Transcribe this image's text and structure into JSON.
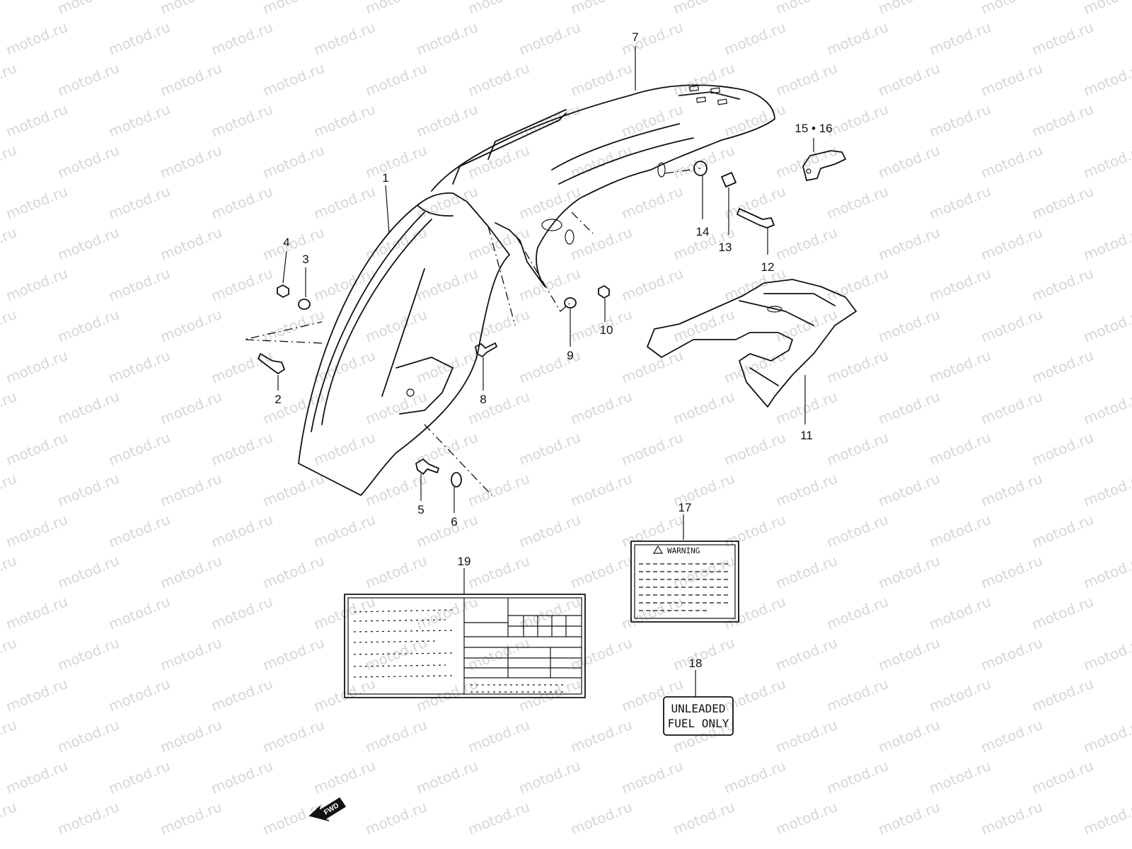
{
  "watermark": {
    "text": "motod.ru",
    "color": "#d6d6d6"
  },
  "callouts": [
    {
      "id": "c1",
      "text": "1"
    },
    {
      "id": "c2",
      "text": "2"
    },
    {
      "id": "c3",
      "text": "3"
    },
    {
      "id": "c4",
      "text": "4"
    },
    {
      "id": "c5",
      "text": "5"
    },
    {
      "id": "c6",
      "text": "6"
    },
    {
      "id": "c7",
      "text": "7"
    },
    {
      "id": "c8",
      "text": "8"
    },
    {
      "id": "c9",
      "text": "9"
    },
    {
      "id": "c10",
      "text": "10"
    },
    {
      "id": "c11",
      "text": "11"
    },
    {
      "id": "c12",
      "text": "12"
    },
    {
      "id": "c13",
      "text": "13"
    },
    {
      "id": "c14",
      "text": "14"
    },
    {
      "id": "c15",
      "text": "15 • 16"
    },
    {
      "id": "c17",
      "text": "17"
    },
    {
      "id": "c18",
      "text": "18"
    },
    {
      "id": "c19",
      "text": "19"
    }
  ],
  "labels": {
    "warning": "WARNING",
    "fuel_line1": "UNLEADED",
    "fuel_line2": "FUEL ONLY",
    "fwd": "FWD"
  }
}
